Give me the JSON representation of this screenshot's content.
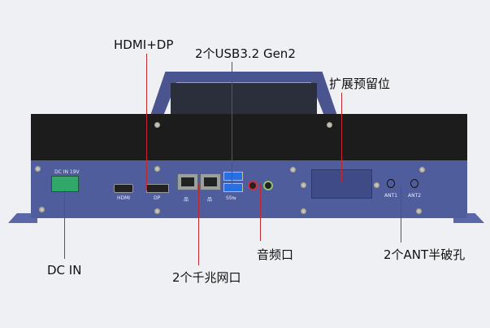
{
  "labels": {
    "hdmi_dp": "HDMI+DP",
    "usb": "2个USB3.2 Gen2",
    "expansion": "扩展预留位",
    "dc_in": "DC IN",
    "lan": "2个千兆网口",
    "audio": "音频口",
    "ant": "2个ANT半破孔"
  },
  "panel_text": {
    "dc": "DC IN 19V",
    "hdmi": "HDMI",
    "dp": "DP",
    "usb": "SS⇆",
    "ant1": "ANT1",
    "ant2": "ANT2"
  },
  "colors": {
    "panel": "#4f5d9c",
    "top": "#1c1c1c",
    "callout_line": "#c0282d"
  }
}
